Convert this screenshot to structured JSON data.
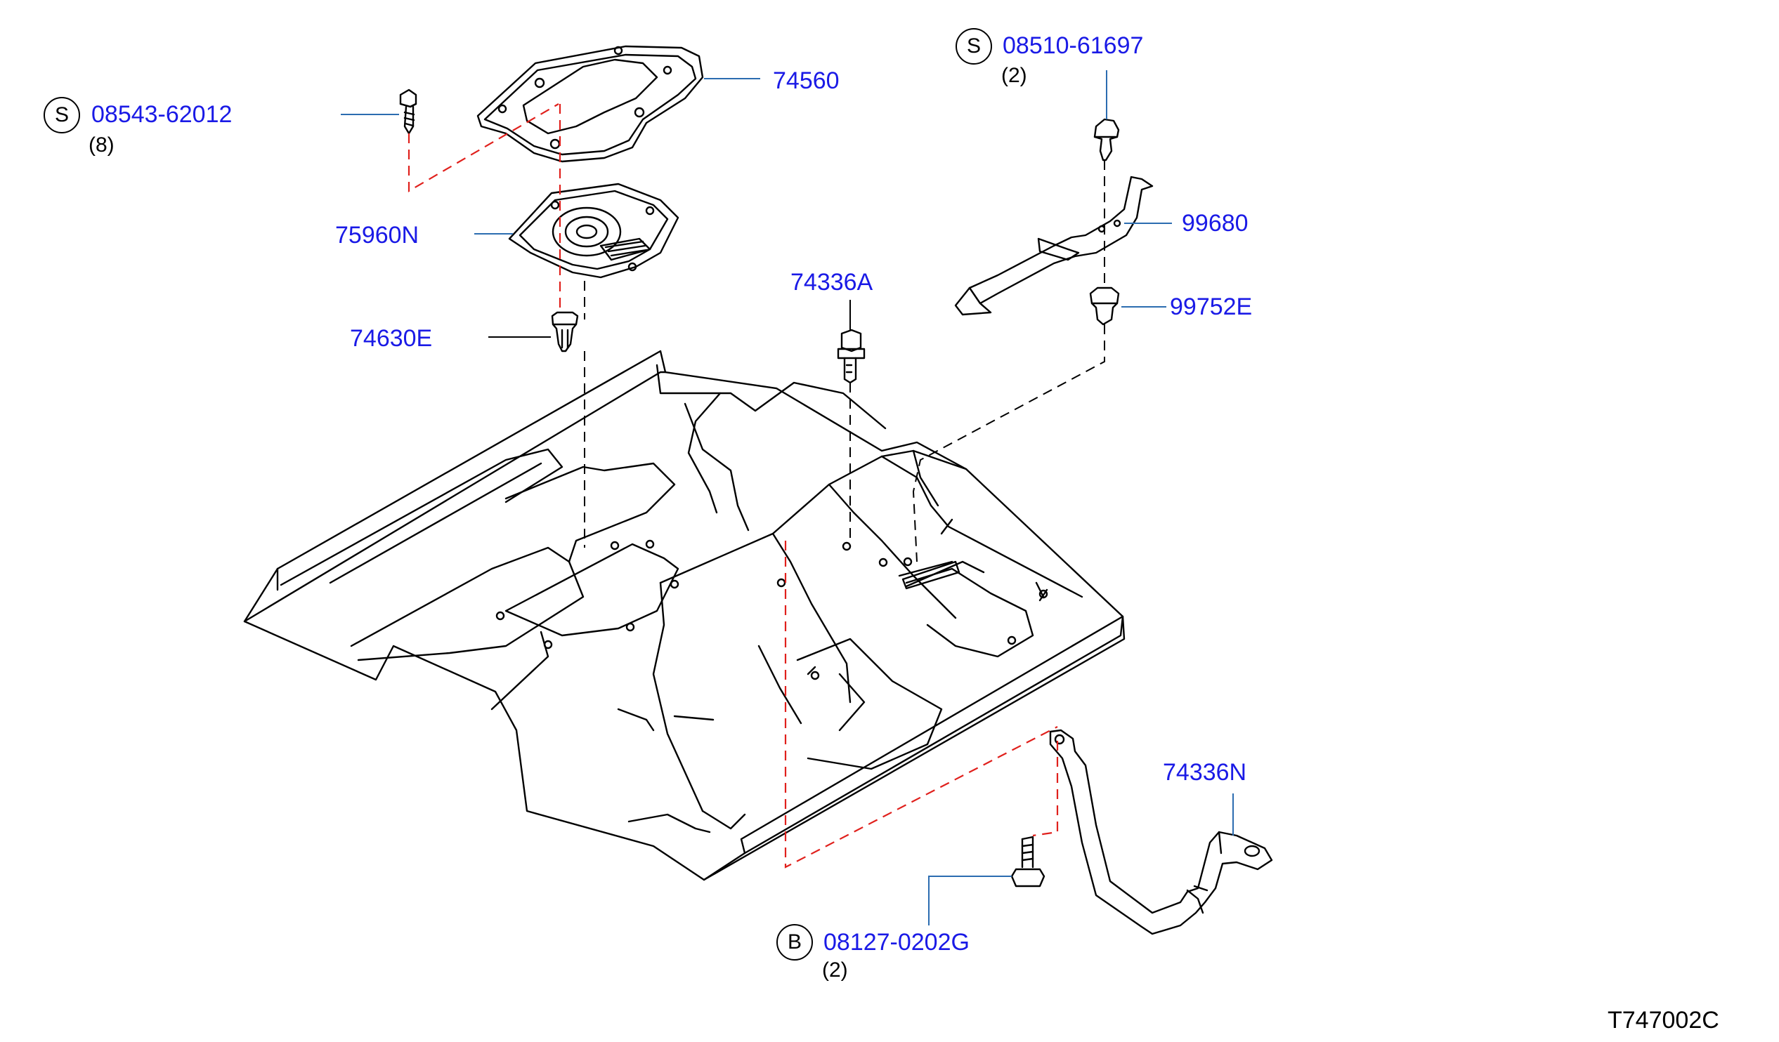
{
  "diagram": {
    "drawing_code": "T747002C",
    "callouts": [
      {
        "id": "c1",
        "badge": "S",
        "part": "08543-62012",
        "qty": "(8)"
      },
      {
        "id": "c2",
        "badge": "",
        "part": "74560",
        "qty": ""
      },
      {
        "id": "c3",
        "badge": "",
        "part": "75960N",
        "qty": ""
      },
      {
        "id": "c4",
        "badge": "",
        "part": "74630E",
        "qty": ""
      },
      {
        "id": "c5",
        "badge": "",
        "part": "74336A",
        "qty": ""
      },
      {
        "id": "c6",
        "badge": "S",
        "part": "08510-61697",
        "qty": "(2)"
      },
      {
        "id": "c7",
        "badge": "",
        "part": "99680",
        "qty": ""
      },
      {
        "id": "c8",
        "badge": "",
        "part": "99752E",
        "qty": ""
      },
      {
        "id": "c9",
        "badge": "",
        "part": "74336N",
        "qty": ""
      },
      {
        "id": "c10",
        "badge": "B",
        "part": "08127-0202G",
        "qty": "(2)"
      }
    ],
    "colors": {
      "label": "#1a1ae6",
      "leader": "#2b6cb0",
      "hidden_line_red": "#e0201c",
      "line": "#000000"
    }
  }
}
